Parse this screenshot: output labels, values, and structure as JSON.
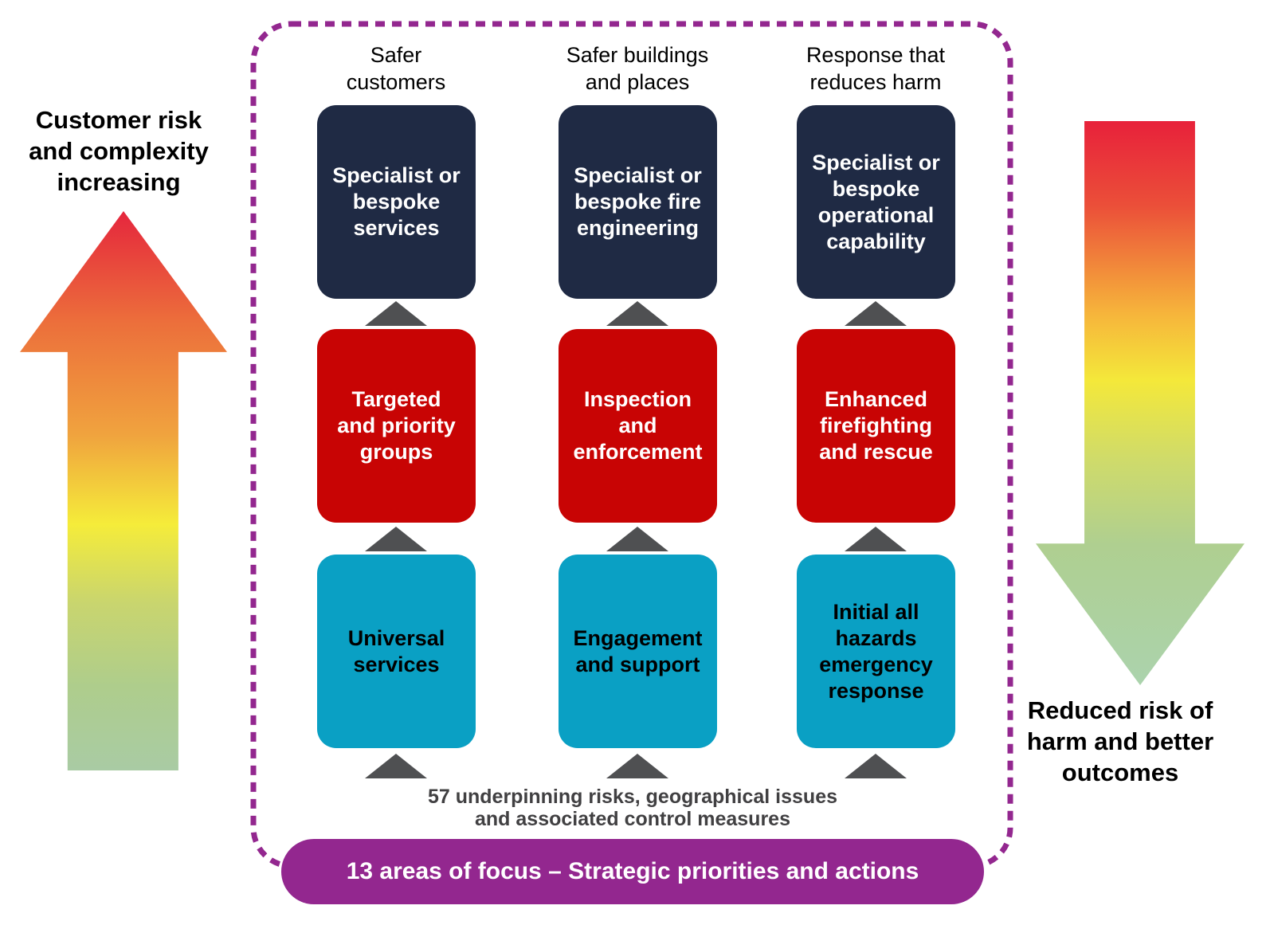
{
  "palette": {
    "navy_box": "#1f2a44",
    "red_box": "#c80404",
    "cyan_box": "#0aa0c4",
    "purple": "#93278f",
    "triangle_gray": "#4f5052",
    "gradient_top_red": "#e8213a",
    "gradient_mid_yellow": "#f5ec3a",
    "gradient_end_green": "#a9cba4"
  },
  "left_panel": {
    "title": "Customer risk\nand complexity\nincreasing"
  },
  "right_panel": {
    "title": "Reduced risk of\nharm and better\noutcomes"
  },
  "columns": [
    {
      "header": "Safer\ncustomers",
      "boxes": [
        {
          "label": "Specialist or\nbespoke\nservices"
        },
        {
          "label": "Targeted\nand priority\ngroups"
        },
        {
          "label": "Universal\nservices"
        }
      ]
    },
    {
      "header": "Safer buildings\nand places",
      "boxes": [
        {
          "label": "Specialist or\nbespoke fire\nengineering"
        },
        {
          "label": "Inspection\nand\nenforcement"
        },
        {
          "label": "Engagement\nand support"
        }
      ]
    },
    {
      "header": "Response that\nreduces harm",
      "boxes": [
        {
          "label": "Specialist or\nbespoke\noperational\ncapability"
        },
        {
          "label": "Enhanced\nfirefighting\nand rescue"
        },
        {
          "label": "Initial all\nhazards\nemergency\nresponse"
        }
      ]
    }
  ],
  "footer": {
    "risks_note": "57 underpinning risks, geographical issues\nand associated control measures",
    "focus_banner": "13 areas of focus – Strategic priorities and actions"
  }
}
